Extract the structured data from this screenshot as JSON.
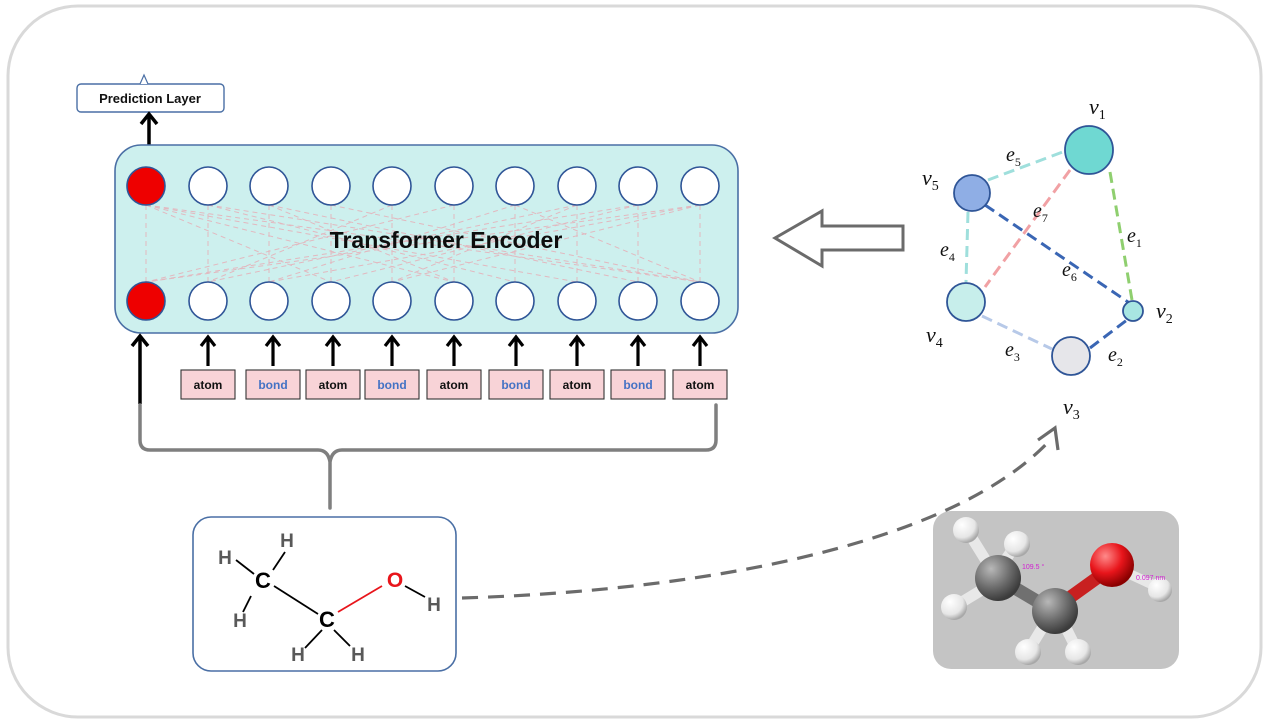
{
  "prediction_layer": {
    "label": "Prediction Layer"
  },
  "encoder": {
    "title": "Transformer Encoder",
    "node_count": 10,
    "highlight_index": 0
  },
  "tokens": [
    "atom",
    "bond",
    "atom",
    "bond",
    "atom",
    "bond",
    "atom",
    "bond",
    "atom"
  ],
  "molecule_2d": {
    "atoms": [
      {
        "id": "h1",
        "label": "H"
      },
      {
        "id": "h2",
        "label": "H"
      },
      {
        "id": "c1",
        "label": "C"
      },
      {
        "id": "h3",
        "label": "H"
      },
      {
        "id": "c2",
        "label": "C"
      },
      {
        "id": "o",
        "label": "O"
      },
      {
        "id": "h4",
        "label": "H"
      },
      {
        "id": "h5",
        "label": "H"
      },
      {
        "id": "h6",
        "label": "H"
      }
    ]
  },
  "graph": {
    "nodes": [
      {
        "id": "v1",
        "base": "v",
        "sub": "1"
      },
      {
        "id": "v2",
        "base": "v",
        "sub": "2"
      },
      {
        "id": "v3",
        "base": "v",
        "sub": "3"
      },
      {
        "id": "v4",
        "base": "v",
        "sub": "4"
      },
      {
        "id": "v5",
        "base": "v",
        "sub": "5"
      }
    ],
    "edges": [
      {
        "id": "e1",
        "base": "e",
        "sub": "1"
      },
      {
        "id": "e2",
        "base": "e",
        "sub": "2"
      },
      {
        "id": "e3",
        "base": "e",
        "sub": "3"
      },
      {
        "id": "e4",
        "base": "e",
        "sub": "4"
      },
      {
        "id": "e5",
        "base": "e",
        "sub": "5"
      },
      {
        "id": "e6",
        "base": "e",
        "sub": "6"
      },
      {
        "id": "e7",
        "base": "e",
        "sub": "7"
      }
    ]
  },
  "model_3d": {
    "angle_label": "109.5 °",
    "length_label": "0.097 nm"
  },
  "colors": {
    "encoder_fill": "#cdf0ee",
    "encoder_stroke": "#4a6fa5",
    "highlight_node": "#ee0000",
    "token_fill": "#f8d3d7",
    "bond_text": "#4472c4",
    "oxygen": "#e8151b"
  }
}
